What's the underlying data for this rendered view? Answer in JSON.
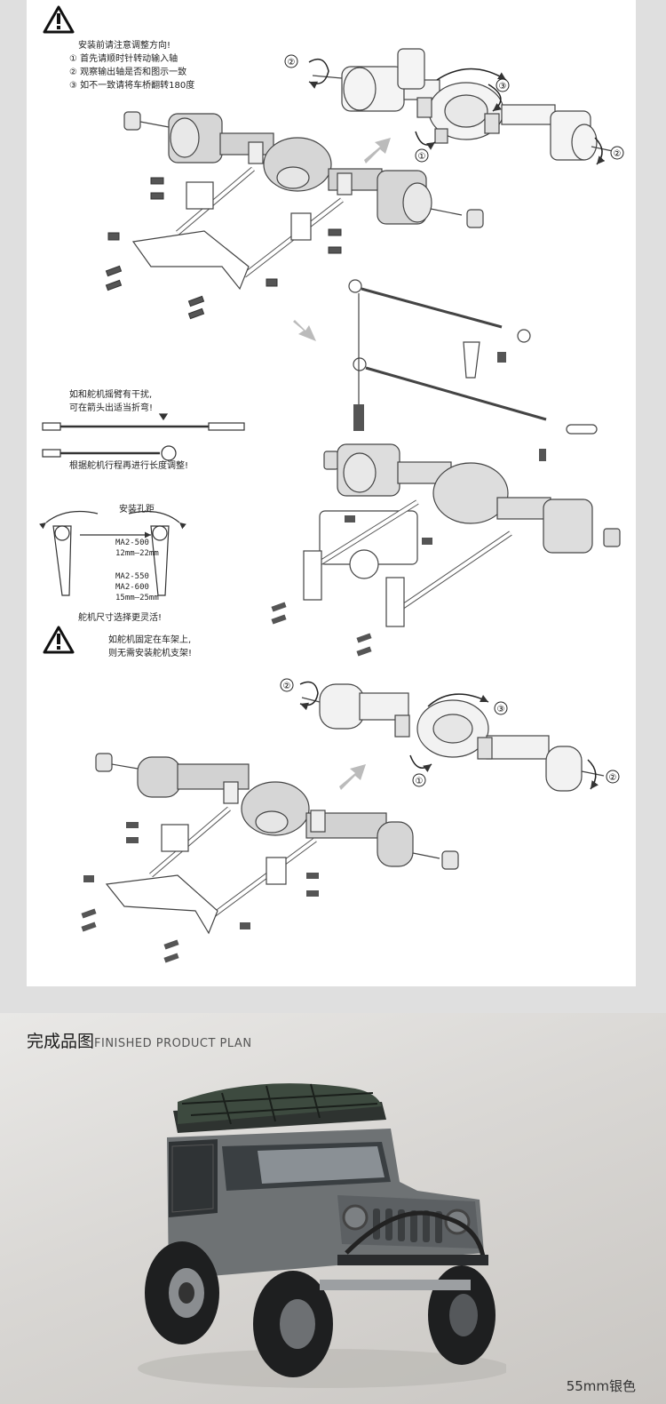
{
  "manual": {
    "warning_title": "安装前请注意调整方向!",
    "steps": [
      "① 首先请顺时针转动输入轴",
      "② 观察输出轴是否和图示一致",
      "③ 如不一致请将车桥翻转180度"
    ],
    "callouts": {
      "one": "①",
      "two": "②",
      "three": "③"
    },
    "bend_note_1": "如和舵机摇臂有干扰,",
    "bend_note_2": "可在箭头出适当折弯!",
    "length_note": "根据舵机行程再进行长度调整!",
    "hole_pitch_title": "安装孔距",
    "spec_a_model": "MA2-500",
    "spec_a_range": "12mm—22mm",
    "spec_b_model_1": "MA2-550",
    "spec_b_model_2": "MA2-600",
    "spec_b_range": "15mm—25mm",
    "servo_note": "舵机尺寸选择更灵活!",
    "mount_note_1": "如舵机固定在车架上,",
    "mount_note_2": "则无需安装舵机支架!"
  },
  "product": {
    "title_zh": "完成品图",
    "title_en": "FINISHED PRODUCT PLAN",
    "caption": "55mm银色"
  },
  "colors": {
    "page_bg": "#dfdfdf",
    "sheet_bg": "#ffffff",
    "line": "#333333",
    "part_fill": "#d4d4d4",
    "arrow_gray": "#b8b8b8"
  }
}
